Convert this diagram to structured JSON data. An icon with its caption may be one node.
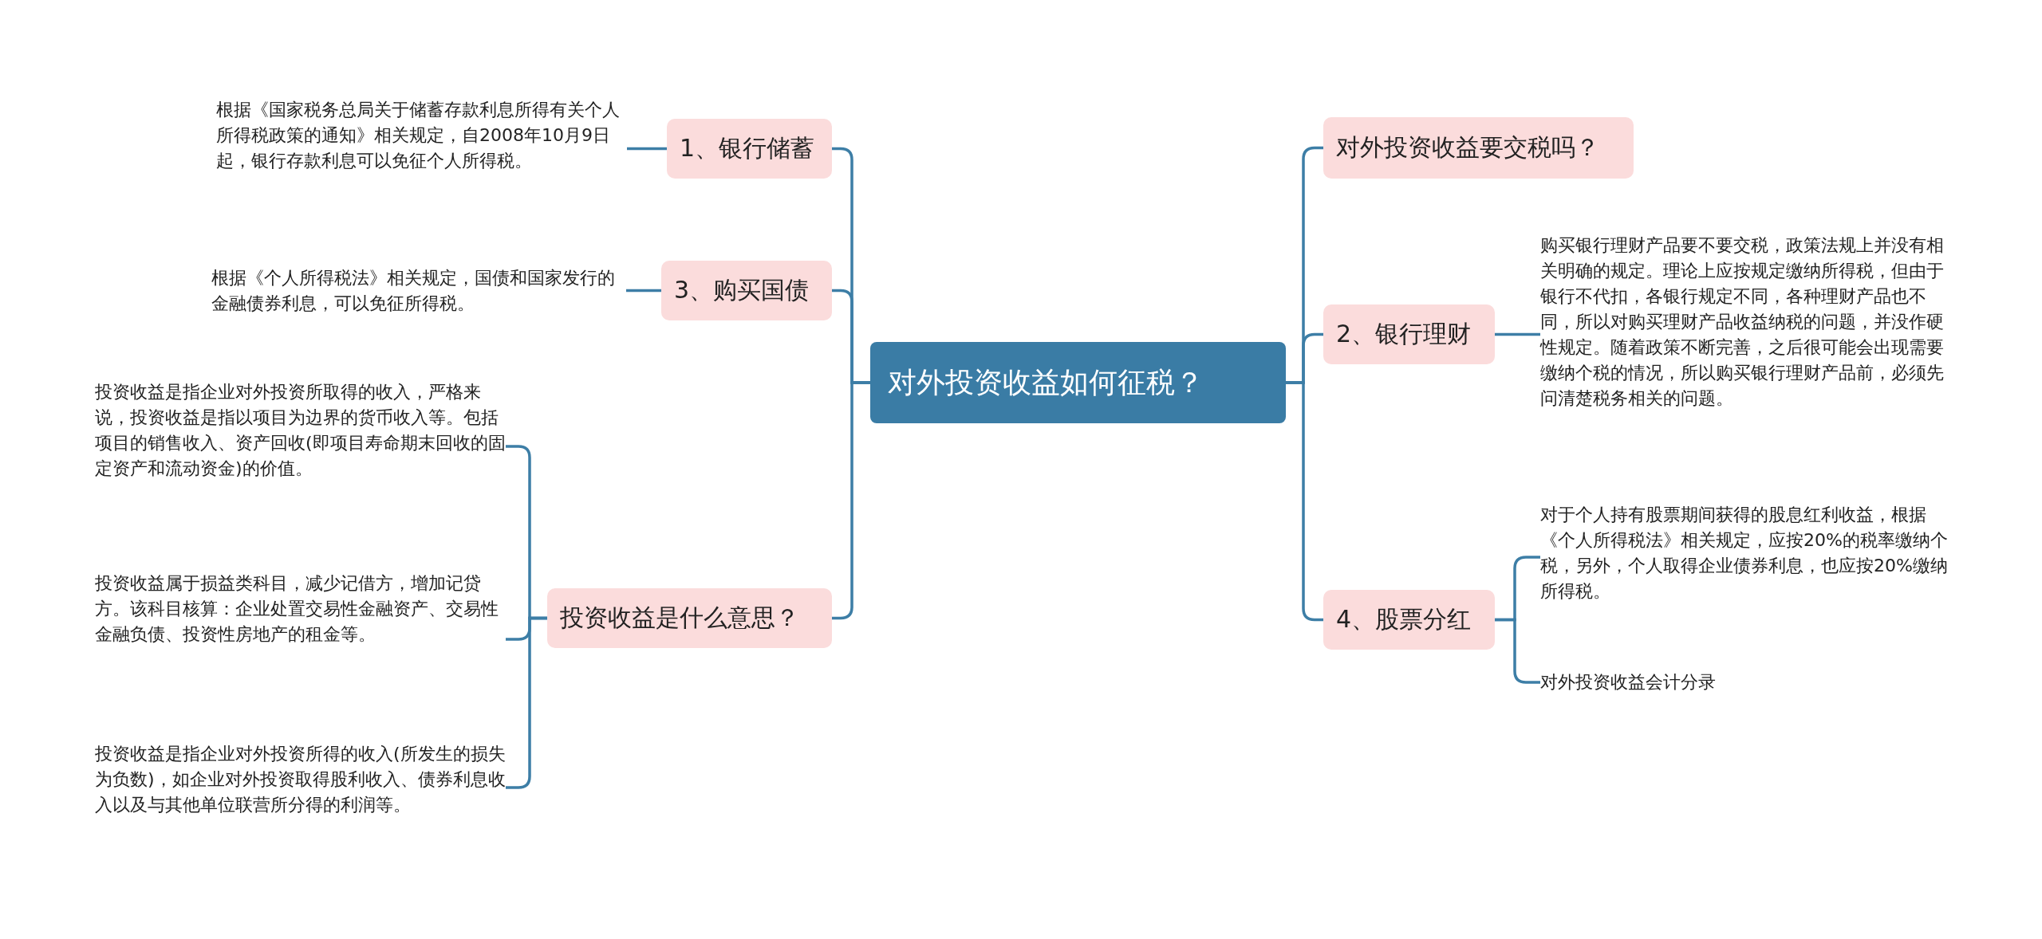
{
  "diagram": {
    "nodes": [
      {
        "text": [
          "对外投资收益如何征税？"
        ]
      },
      {
        "text": [
          "1、银行储蓄"
        ]
      },
      {
        "text": [
          "根据《国家税务总局关于储蓄存款利息所得有关个人所得税政策的通知》相关规定，自2008年10月9日起，银行存款利息可以免征个人所得税。"
        ]
      },
      {
        "text": [
          "3、购买国债"
        ]
      },
      {
        "text": [
          "根据《个人所得税法》相关规定，国债和国家发行的金融债券利息，可以免征所得税。"
        ]
      },
      {
        "text": [
          "投资收益是什么意思？"
        ]
      },
      {
        "text": [
          "投资收益是指企业对外投资所取得的收入，严格来说，投资收益是指以项目为边界的货币收入等。包括项目的销售收入、资产回收(即项目寿命期末回收的固定资产和流动资金)的价值。"
        ]
      },
      {
        "text": [
          "投资收益属于损益类科目，减少记借方，增加记贷方。该科目核算：企业处置交易性金融资产、交易性金融负债、投资性房地产的租金等。"
        ]
      },
      {
        "text": [
          "投资收益是指企业对外投资所得的收入(所发生的损失为负数)，如企业对外投资取得股利收入、债券利息收入以及与其他单位联营所分得的利润等。"
        ]
      },
      {
        "text": [
          "对外投资收益要交税吗？"
        ]
      },
      {
        "text": [
          "2、银行理财"
        ]
      },
      {
        "text": [
          "购买银行理财产品要不要交税，政策法规上并没有相关明确的规定。理论上应按规定缴纳所得税，但由于银行不代扣，各银行规定不同，各种理财产品也不同，所以对购买理财产品收益纳税的问题，并没作硬性规定。随着政策不断完善，之后很可能会出现需要缴纳个税的情况，所以购买银行理财产品前，必须先问清楚税务相关的问题。"
        ]
      },
      {
        "text": [
          "4、股票分红"
        ]
      },
      {
        "text": [
          "对于个人持有股票期间获得的股息红利收益，根据《个人所得税法》相关规定，应按20%的税率缴纳个税，另外，个人取得企业债券利息，也应按20%缴纳所得税。"
        ]
      },
      {
        "text": [
          "对外投资收益会计分录"
        ]
      }
    ],
    "edges": [
      {
        "from": 0,
        "to": 1,
        "arrow": "none"
      },
      {
        "from": 1,
        "to": 2,
        "arrow": "none"
      },
      {
        "from": 0,
        "to": 3,
        "arrow": "none"
      },
      {
        "from": 3,
        "to": 4,
        "arrow": "none"
      },
      {
        "from": 0,
        "to": 5,
        "arrow": "none"
      },
      {
        "from": 5,
        "to": 6,
        "arrow": "none"
      },
      {
        "from": 5,
        "to": 7,
        "arrow": "none"
      },
      {
        "from": 5,
        "to": 8,
        "arrow": "none"
      },
      {
        "from": 0,
        "to": 9,
        "arrow": "none"
      },
      {
        "from": 0,
        "to": 10,
        "arrow": "none"
      },
      {
        "from": 10,
        "to": 11,
        "arrow": "none"
      },
      {
        "from": 0,
        "to": 12,
        "arrow": "none"
      },
      {
        "from": 12,
        "to": 13,
        "arrow": "none"
      },
      {
        "from": 12,
        "to": 14,
        "arrow": "none"
      }
    ]
  }
}
